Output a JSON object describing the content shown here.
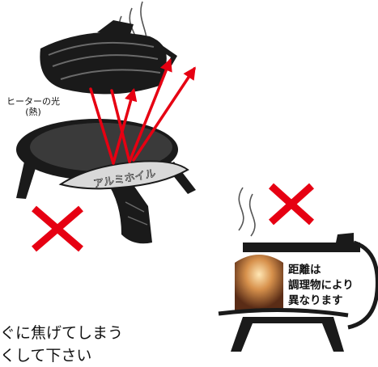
{
  "labels": {
    "heater_light": "ヒーターの光",
    "heater_heat": "(熱)",
    "foil": "アルミホイル",
    "distance_line1": "距離は",
    "distance_line2": "調理物により",
    "distance_line3": "異なります",
    "bottom_line1": "ぐに焦げてしまう",
    "bottom_line2": "くして下さい"
  },
  "marks": {
    "wrong_left": "×",
    "wrong_right": "×"
  },
  "colors": {
    "arrow": "#e60012",
    "wrong": "#e60012",
    "body": "#111111"
  }
}
